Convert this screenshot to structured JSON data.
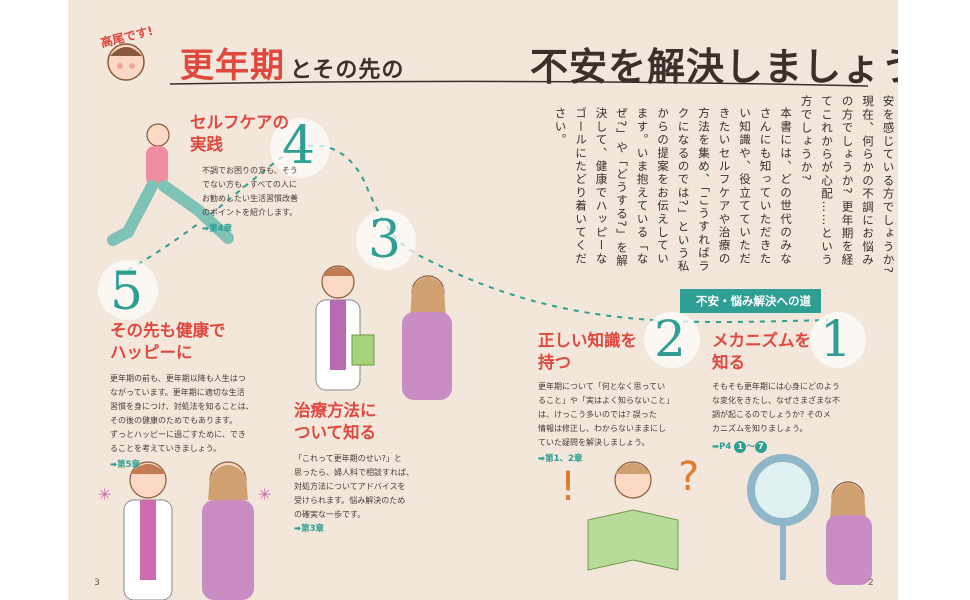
{
  "title": {
    "stamp": "高尾です!",
    "part1": "更年期",
    "part2": "とその先の",
    "part3": "不安を解決しましょう!"
  },
  "intro": {
    "paragraph1": "産婦人科医の高尾美穂です。この本を手に取ったあなたは、やがて訪れる更年期に不安を感じている方でしょうか? 現在、何らかの不調にお悩みの方でしょうか? 更年期を経てこれからが心配……という方でしょうか?",
    "paragraph2": "本書には、どの世代のみなさんにも知っていただきたい知識や、役立てていただきたいセルフケアや治療の方法を集め、「こうすればラクになるのでは?」という私からの提案をお伝えしています。いま抱えている「なぜ?」や「どうする?」を解決して、健康でハッピーなゴールにたどり着いてください。"
  },
  "ribbon": "不安・悩み解決への道",
  "steps": {
    "s1": {
      "number": "1",
      "heading1": "メカニズムを",
      "heading2": "知る",
      "lines": [
        "そもそも更年期には心身にどのよう",
        "な変化をきたし、なぜさまざまな不",
        "調が起こるのでしょうか? そのメ",
        "カニズムを知りましょう。"
      ],
      "ref_prefix": "➡P4 ",
      "ref_from": "1",
      "ref_sep": "〜",
      "ref_to": "7"
    },
    "s2": {
      "number": "2",
      "heading1": "正しい知識を",
      "heading2": "持つ",
      "lines": [
        "更年期について「何となく思ってい",
        "ること」や「実はよく知らないこと」",
        "は、けっこう多いのでは? 誤った",
        "情報は修正し、わからないままにし",
        "ていた疑問を解決しましょう。"
      ],
      "ref": "➡第1、2章"
    },
    "s3": {
      "number": "3",
      "heading1": "治療方法に",
      "heading2": "ついて知る",
      "lines": [
        "「これって更年期のせい?」と",
        "思ったら、婦人科で相談すれば、",
        "対処方法についてアドバイスを",
        "受けられます。悩み解決のため",
        "の確実な一歩です。"
      ],
      "ref": "➡第3章"
    },
    "s4": {
      "number": "4",
      "heading1": "セルフケアの",
      "heading2": "実践",
      "lines": [
        "不調でお困りの方も、そう",
        "でない方も、すべての人に",
        "お勧めしたい生活習慣改善",
        "のポイントを紹介します。"
      ],
      "ref": "➡第4章"
    },
    "s5": {
      "number": "5",
      "heading1": "その先も健康で",
      "heading2": "ハッピーに",
      "lines": [
        "更年期の前も、更年期以降も人生はつ",
        "ながっています。更年期に適切な生活",
        "習慣を身につけ、対処法を知ることは、",
        "その後の健康のためでもあります。",
        "ずっとハッピーに過ごすために、でき",
        "ることを考えていきましょう。"
      ],
      "ref": "➡第5章"
    }
  },
  "page_numbers": {
    "left": "3",
    "right": "2"
  },
  "colors": {
    "accent_red": "#e0483f",
    "teal": "#2f9f94",
    "paper": "#f2e7da",
    "ink": "#3d2f2a"
  }
}
